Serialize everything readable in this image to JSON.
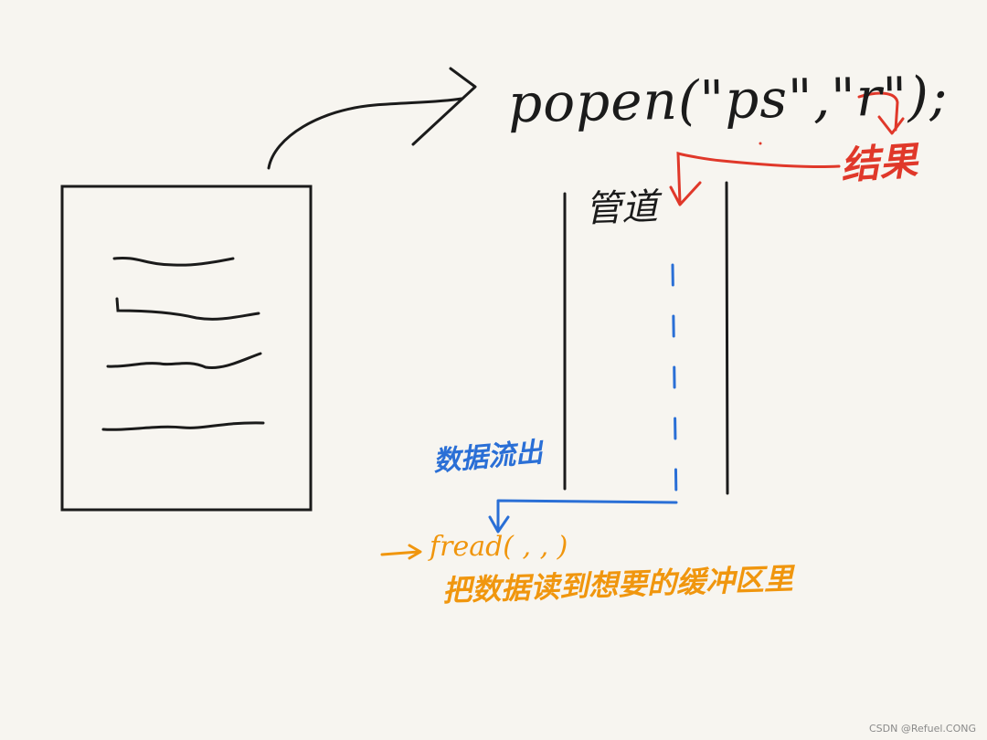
{
  "labels": {
    "popen": "popen(\"ps\",\"r\");",
    "result": "结果",
    "pipe": "管道",
    "flow_out": "数据流出",
    "fread": "fread( , , )",
    "fread_desc": "把数据读到想要的缓冲区里"
  },
  "watermark": "CSDN @Refuel.CONG",
  "colors": {
    "ink": "#1b1b1b",
    "red": "#e0382a",
    "blue": "#2a6fd6",
    "orange": "#f0960e",
    "paper": "#f7f5f0"
  }
}
